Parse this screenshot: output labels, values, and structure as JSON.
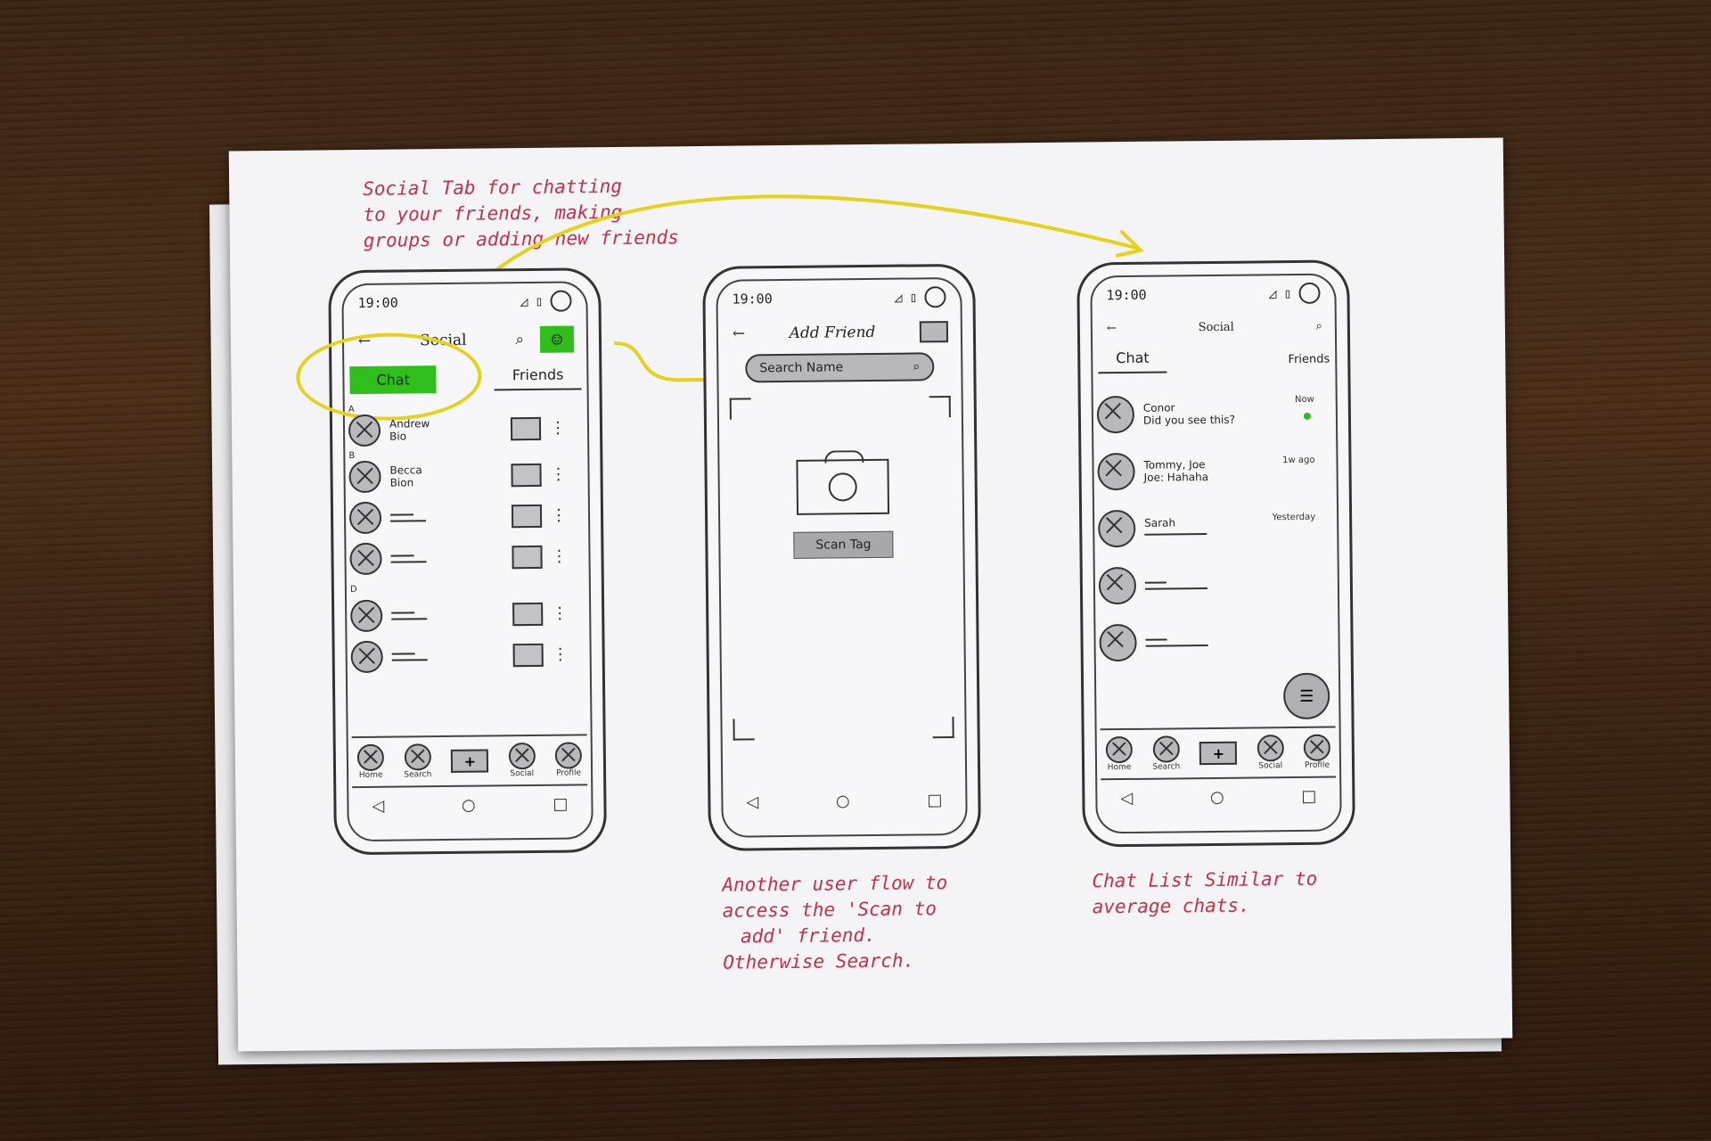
{
  "annotations": {
    "top_note": [
      "Social Tab for chatting",
      "to your friends, making",
      "groups or adding new friends"
    ],
    "middle_note": [
      "Another user flow to",
      "access the 'Scan to",
      "add' friend.",
      "Otherwise Search."
    ],
    "right_note": [
      "Chat List Similar to",
      "average chats."
    ]
  },
  "phone_left": {
    "time": "19:00",
    "back_glyph": "←",
    "title": "Social",
    "tabs": [
      "Chat",
      "Friends"
    ],
    "section_letters": [
      "A",
      "B",
      "D"
    ],
    "contacts": [
      {
        "name": "Andrew",
        "sub": "Bio"
      },
      {
        "name": "Becca",
        "sub": "Bion"
      }
    ],
    "nav": [
      "Home",
      "Search",
      "Social",
      "Profile"
    ],
    "accent": "#2fbe1c"
  },
  "phone_middle": {
    "time": "19:00",
    "back_glyph": "←",
    "title": "Add Friend",
    "search_placeholder": "Search Name",
    "scan_button": "Scan Tag"
  },
  "phone_right": {
    "time": "19:00",
    "back_glyph": "←",
    "title": "Social",
    "tabs": [
      "Chat",
      "Friends"
    ],
    "chats": [
      {
        "name": "Conor",
        "message": "Did you see this?",
        "time": "Now"
      },
      {
        "name": "Tommy, Joe",
        "message": "Joe: Hahaha",
        "time": "1w ago"
      },
      {
        "name": "Sarah",
        "message": "",
        "time": "Yesterday"
      }
    ],
    "nav": [
      "Home",
      "Search",
      "Social",
      "Profile"
    ]
  },
  "system_nav": [
    "◁",
    "○",
    "□"
  ],
  "colors": {
    "annotation": "#c2314a",
    "highlight": "#e5d21a",
    "accent_green": "#2fbe1c"
  }
}
